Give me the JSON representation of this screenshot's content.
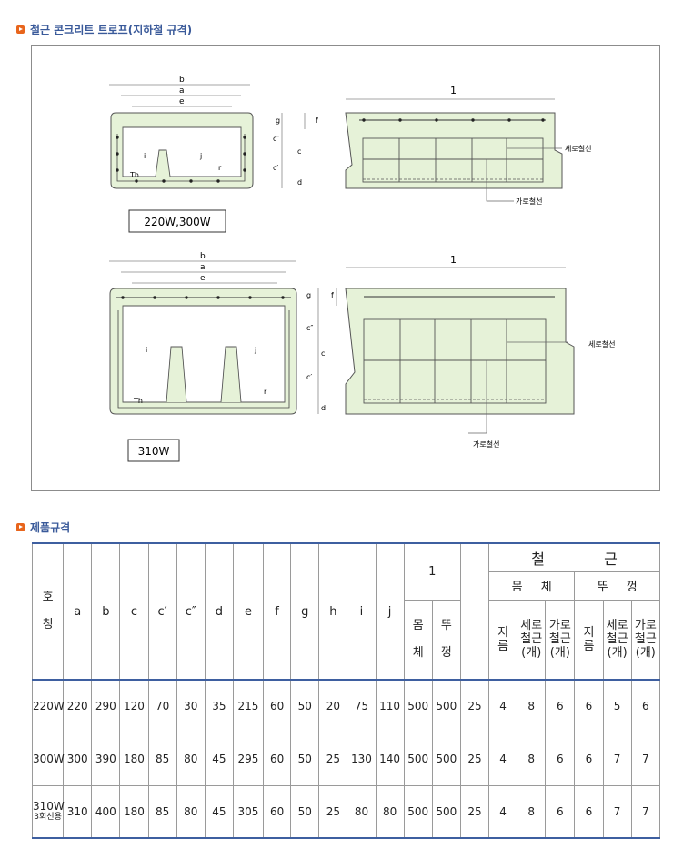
{
  "section1": {
    "title": "철근 콘크리트 트로프(지하철 규격)"
  },
  "drawing": {
    "dims": {
      "b": "b",
      "a": "a",
      "e": "e",
      "l": "1",
      "g": "g",
      "f": "f",
      "c1": "c″",
      "c": "c",
      "c2": "c′",
      "d": "d",
      "i": "i",
      "j": "j",
      "th": "Th",
      "r": "r"
    },
    "labels": {
      "vertical_bar": "세로철선",
      "horizontal_bar": "가로철선"
    },
    "models": {
      "top": "220W,300W",
      "bottom": "310W"
    }
  },
  "section2": {
    "title": "제품규격"
  },
  "table": {
    "head_name": [
      "호",
      "칭"
    ],
    "cols": [
      "a",
      "b",
      "c",
      "c′",
      "c″",
      "d",
      "e",
      "f",
      "g",
      "h",
      "i",
      "j"
    ],
    "l_label": "1",
    "l_sub": [
      [
        "몸",
        "체"
      ],
      [
        "뚜",
        "껑"
      ]
    ],
    "rebar": [
      "철",
      "근"
    ],
    "body": [
      "몸",
      "체"
    ],
    "lid": [
      "뚜",
      "껑"
    ],
    "dia": [
      "지",
      "름"
    ],
    "vert": [
      "세로",
      "철근",
      "(개)"
    ],
    "horz": [
      "가로",
      "철근",
      "(개)"
    ],
    "rows": [
      {
        "name": "220W",
        "sub": "",
        "vals": [
          "220",
          "290",
          "120",
          "70",
          "30",
          "35",
          "215",
          "60",
          "50",
          "20",
          "75",
          "110",
          "500",
          "500",
          "25",
          "4",
          "8",
          "6",
          "6",
          "5",
          "6"
        ]
      },
      {
        "name": "300W",
        "sub": "",
        "vals": [
          "300",
          "390",
          "180",
          "85",
          "80",
          "45",
          "295",
          "60",
          "50",
          "25",
          "130",
          "140",
          "500",
          "500",
          "25",
          "4",
          "8",
          "6",
          "6",
          "7",
          "7"
        ]
      },
      {
        "name": "310W",
        "sub": "3회선용",
        "vals": [
          "310",
          "400",
          "180",
          "85",
          "80",
          "45",
          "305",
          "60",
          "50",
          "25",
          "80",
          "80",
          "500",
          "500",
          "25",
          "4",
          "8",
          "6",
          "6",
          "7",
          "7"
        ]
      }
    ]
  }
}
